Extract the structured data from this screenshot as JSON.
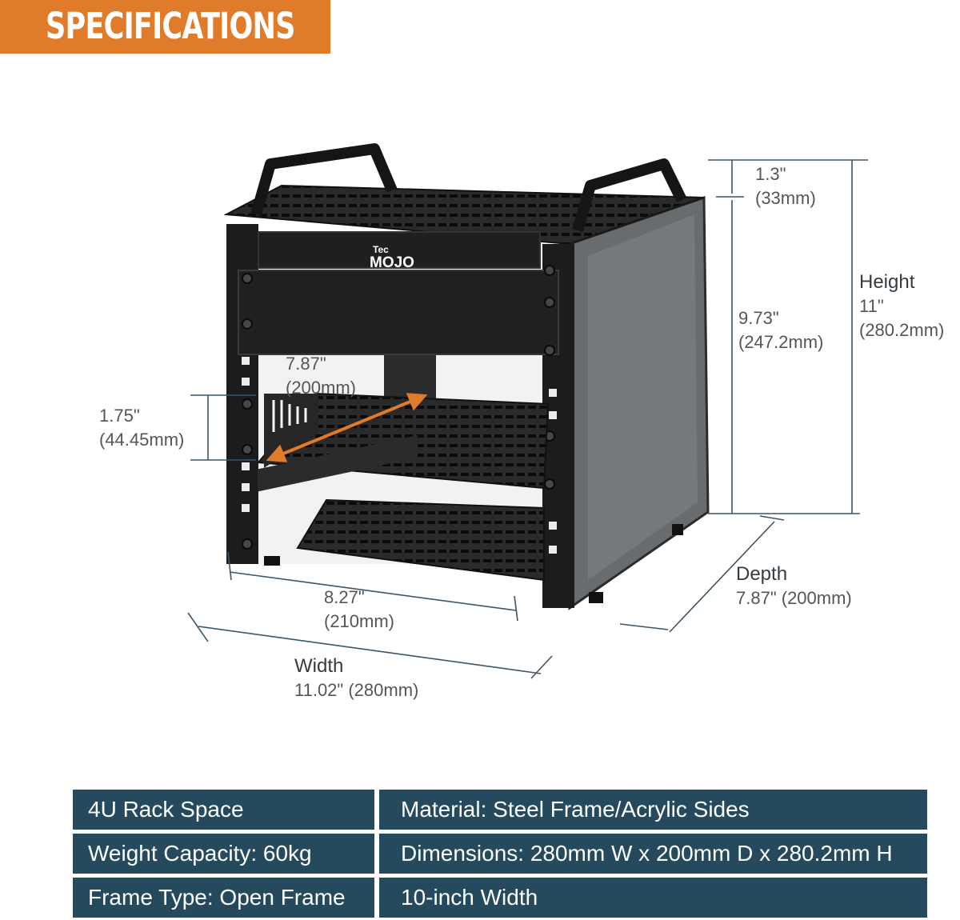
{
  "header": {
    "title": "SPECIFICATIONS"
  },
  "brand": {
    "top": "Tec",
    "name": "MOJO"
  },
  "dimensions": {
    "top_gap": {
      "inch": "1.3\"",
      "mm": "(33mm)"
    },
    "inner_height": {
      "inch": "9.73\"",
      "mm": "(247.2mm)"
    },
    "height": {
      "label": "Height",
      "inch": "11\"",
      "mm": "(280.2mm)"
    },
    "shelf_depth": {
      "inch": "7.87\"",
      "mm": "(200mm)"
    },
    "unit": {
      "inch": "1.75\"",
      "mm": "(44.45mm)"
    },
    "inner_width": {
      "inch": "8.27\"",
      "mm": "(210mm)"
    },
    "depth": {
      "label": "Depth",
      "value": "7.87\" (200mm)"
    },
    "width": {
      "label": "Width",
      "value": "11.02\" (280mm)"
    }
  },
  "specs": [
    {
      "left": "4U Rack Space",
      "right": "Material: Steel Frame/Acrylic Sides"
    },
    {
      "left": "Weight Capacity: 60kg",
      "right": "Dimensions: 280mm W x 200mm D x 280.2mm H"
    },
    {
      "left": "Frame Type: Open Frame",
      "right": "10-inch Width"
    }
  ],
  "colors": {
    "banner": "#e07b2a",
    "table": "#254a5e",
    "dimension_line": "#3d5566",
    "arrow": "#e07b2a"
  }
}
